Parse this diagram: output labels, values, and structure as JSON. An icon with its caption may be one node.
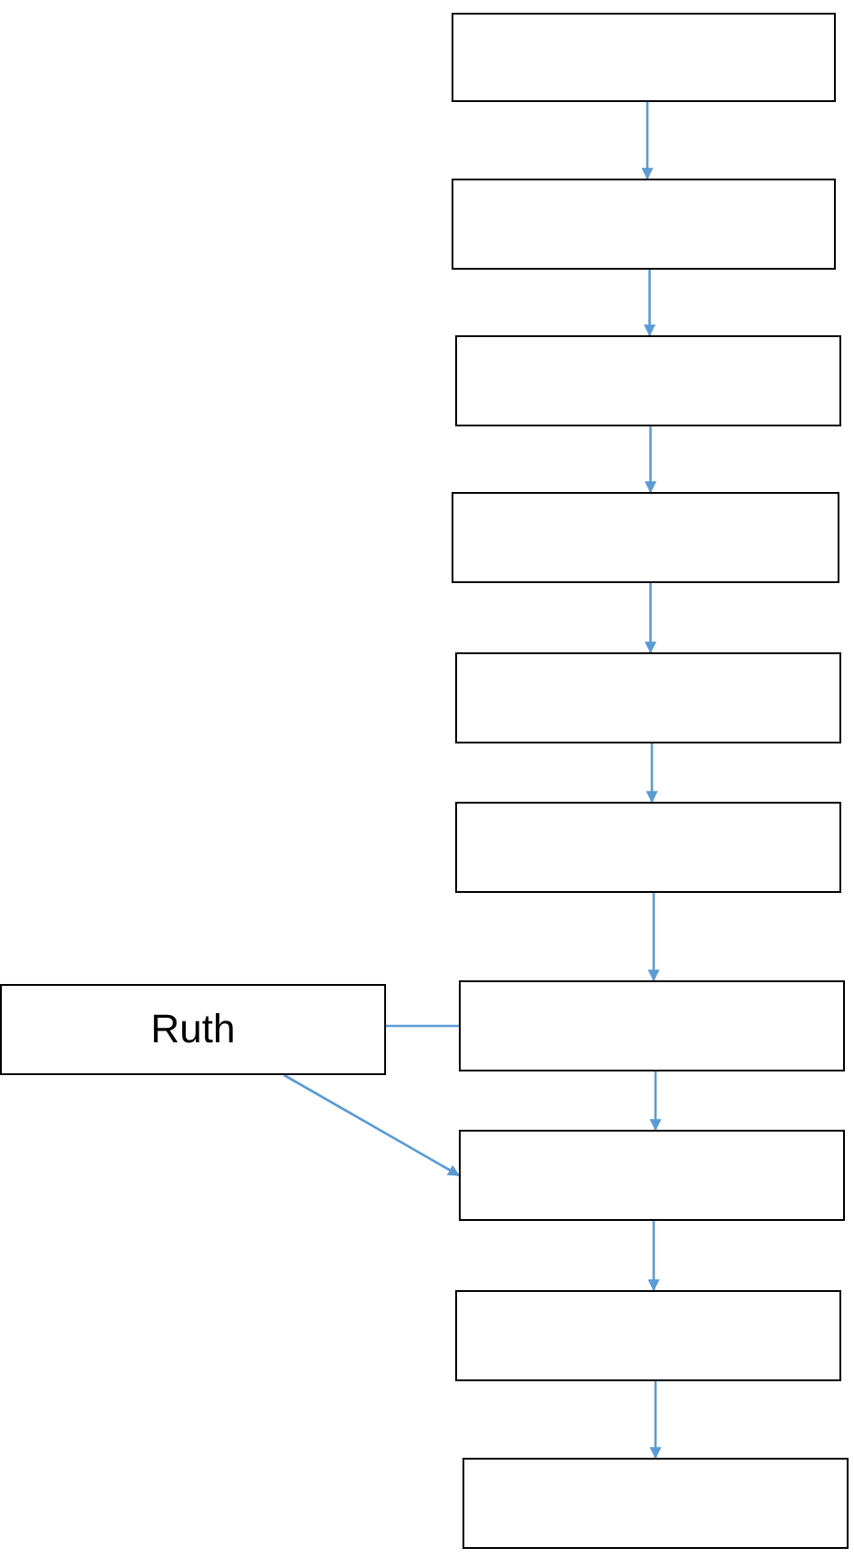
{
  "diagram": {
    "nodes": [
      {
        "text": [],
        "shape": "box"
      },
      {
        "text": [],
        "shape": "box"
      },
      {
        "text": [],
        "shape": "box"
      },
      {
        "text": [],
        "shape": "box"
      },
      {
        "text": [],
        "shape": "box"
      },
      {
        "text": [],
        "shape": "box"
      },
      {
        "text": [
          "Ruth"
        ]
      },
      {
        "text": [],
        "shape": "box"
      },
      {
        "text": [],
        "shape": "box"
      },
      {
        "text": [],
        "shape": "box"
      },
      {
        "text": [],
        "shape": "box"
      }
    ],
    "edges": [
      {
        "from": 0,
        "to": 1,
        "arrow": "to"
      },
      {
        "from": 1,
        "to": 2,
        "arrow": "to"
      },
      {
        "from": 2,
        "to": 3,
        "arrow": "to"
      },
      {
        "from": 3,
        "to": 4,
        "arrow": "to"
      },
      {
        "from": 4,
        "to": 5,
        "arrow": "to"
      },
      {
        "from": 5,
        "to": 7,
        "arrow": "to"
      },
      {
        "from": 6,
        "to": 7,
        "arrow": "none"
      },
      {
        "from": 7,
        "to": 8,
        "arrow": "to"
      },
      {
        "from": 6,
        "to": 8,
        "arrow": "to"
      },
      {
        "from": 8,
        "to": 9,
        "arrow": "to"
      },
      {
        "from": 9,
        "to": 10,
        "arrow": "to"
      }
    ]
  }
}
